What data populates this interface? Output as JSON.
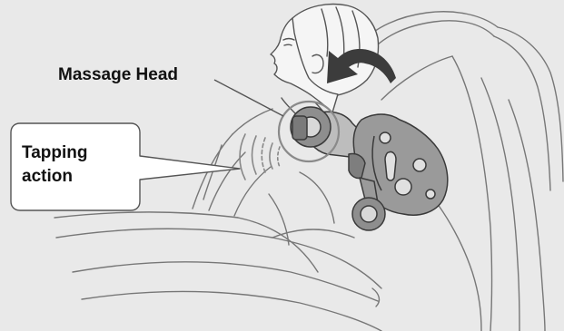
{
  "labels": {
    "massage_head": "Massage Head",
    "tapping_line1": "Tapping",
    "tapping_line2": "action"
  },
  "colors": {
    "background": "#e9e9e9",
    "line": "#777777",
    "dark_line": "#3a3a3a",
    "callout_fill": "#ffffff",
    "arrow_fill": "#3c3c3c",
    "mechanism_fill": "#9a9a9a",
    "roller_fill": "#8e8e8e",
    "head_fill": "#f5f5f5"
  },
  "icons": {
    "rotation_arrow": "curved-arrow-icon",
    "tapping_motion": "motion-lines-icon"
  }
}
